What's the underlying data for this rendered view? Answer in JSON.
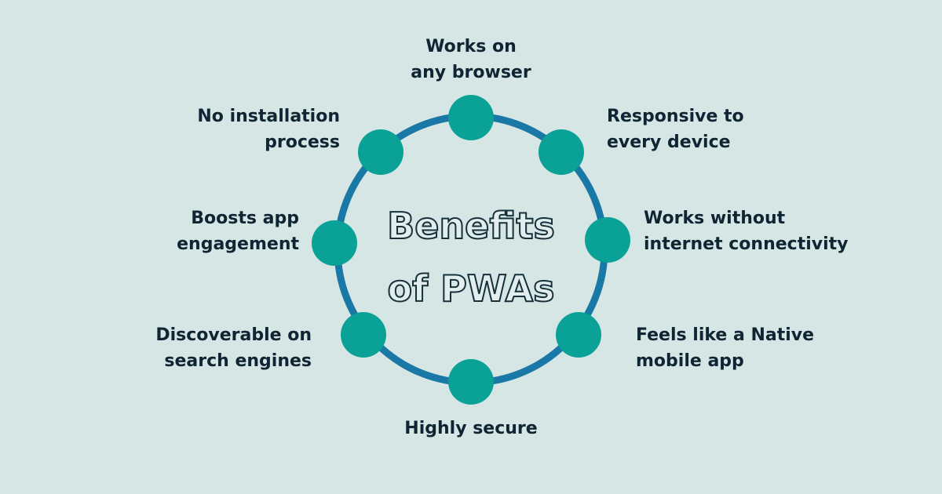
{
  "title": {
    "line1": "Benefits",
    "line2": "of PWAs"
  },
  "colors": {
    "background": "#d6e6e5",
    "ring": "#1a78a6",
    "node": "#0aa196",
    "text": "#0f2533"
  },
  "benefits": [
    {
      "line1": "Works on",
      "line2": "any browser"
    },
    {
      "line1": "Responsive to",
      "line2": "every device"
    },
    {
      "line1": "Works without",
      "line2": "internet connectivity"
    },
    {
      "line1": "Feels like a Native",
      "line2": "mobile app"
    },
    {
      "line1": "Highly secure",
      "line2": ""
    },
    {
      "line1": "Discoverable on",
      "line2": "search engines"
    },
    {
      "line1": "Boosts app",
      "line2": "engagement"
    },
    {
      "line1": "No installation",
      "line2": "process"
    }
  ]
}
